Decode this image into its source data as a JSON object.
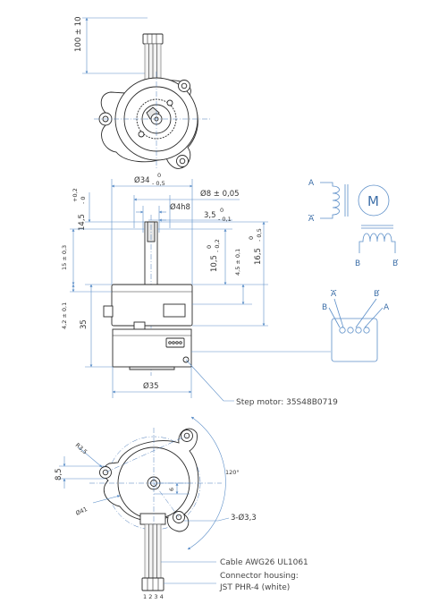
{
  "top_view": {
    "lead_length": "100 ± 10"
  },
  "side_view": {
    "dia_flange": "Ø34",
    "dia_flange_tol_upper": "0",
    "dia_flange_tol_lower": "- 0,5",
    "dia_shaft_tip": "Ø8 ± 0,05",
    "dia_shaft": "Ø4h8",
    "dim_flat": "3,5",
    "dim_flat_tol_upper": "0",
    "dim_flat_tol_lower": "- 0,1",
    "h_14_5": "14,5",
    "h_14_5_tol_upper": "+0,2",
    "h_14_5_tol_lower": "- 0",
    "h_15": "15 ± 0,3",
    "h_10_5": "10,5",
    "h_10_5_tol_upper": "0",
    "h_10_5_tol_lower": "- 0,2",
    "h_4_5": "4,5 ± 0,1",
    "h_16_5": "16,5",
    "h_16_5_tol_upper": "0",
    "h_16_5_tol_lower": "- 0,5",
    "h_4_2": "4,2 ± 0,1",
    "h_35": "35",
    "dia_body": "Ø35",
    "motor_label": "Step motor: 35S48B0719"
  },
  "schematic": {
    "coil_a": "A",
    "coil_a_bar": "A",
    "coil_b": "B",
    "coil_b_bar": "B",
    "motor_symbol": "M",
    "conn_a_bar": "A",
    "conn_b_bar": "B",
    "conn_b": "B",
    "conn_a": "A"
  },
  "bottom_view": {
    "r_3_5": "R3,5",
    "dim_8_5": "8,5",
    "dia_41": "Ø41",
    "dim_6": "6",
    "angle_120": "120°",
    "holes": "3-Ø3,3",
    "cable": "Cable AWG26 UL1061",
    "housing_line1": "Connector housing:",
    "housing_line2": "JST PHR-4 (white)",
    "pin_numbers": "1 2 3 4"
  }
}
